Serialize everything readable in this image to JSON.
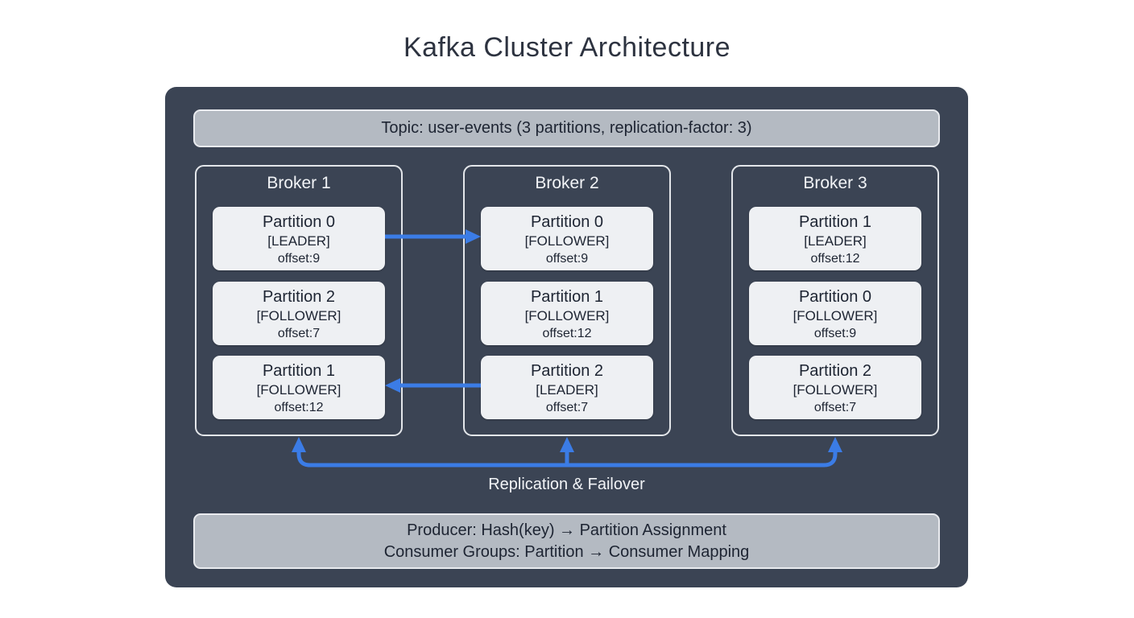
{
  "title": "Kafka Cluster Architecture",
  "topic_banner": "Topic: user-events (3 partitions, replication-factor: 3)",
  "brokers": [
    {
      "label": "Broker 1",
      "partitions": [
        {
          "name": "Partition 0",
          "role": "[LEADER]",
          "offset": "offset:9"
        },
        {
          "name": "Partition 2",
          "role": "[FOLLOWER]",
          "offset": "offset:7"
        },
        {
          "name": "Partition 1",
          "role": "[FOLLOWER]",
          "offset": "offset:12"
        }
      ]
    },
    {
      "label": "Broker 2",
      "partitions": [
        {
          "name": "Partition 0",
          "role": "[FOLLOWER]",
          "offset": "offset:9"
        },
        {
          "name": "Partition 1",
          "role": "[FOLLOWER]",
          "offset": "offset:12"
        },
        {
          "name": "Partition 2",
          "role": "[LEADER]",
          "offset": "offset:7"
        }
      ]
    },
    {
      "label": "Broker 3",
      "partitions": [
        {
          "name": "Partition 1",
          "role": "[LEADER]",
          "offset": "offset:12"
        },
        {
          "name": "Partition 0",
          "role": "[FOLLOWER]",
          "offset": "offset:9"
        },
        {
          "name": "Partition 2",
          "role": "[FOLLOWER]",
          "offset": "offset:7"
        }
      ]
    }
  ],
  "replication_label": "Replication & Failover",
  "footer_banner": {
    "line1": "Producer: Hash(key) → Partition Assignment",
    "line2": "Consumer Groups: Partition → Consumer Mapping"
  },
  "colors": {
    "container-bg": "#3b4454",
    "banner-bg": "#b4bac2",
    "partition-bg": "#eef0f3",
    "accent-blue": "#3b7ce6",
    "dark-text": "#1d2432",
    "light-text": "#f2f4f7"
  }
}
